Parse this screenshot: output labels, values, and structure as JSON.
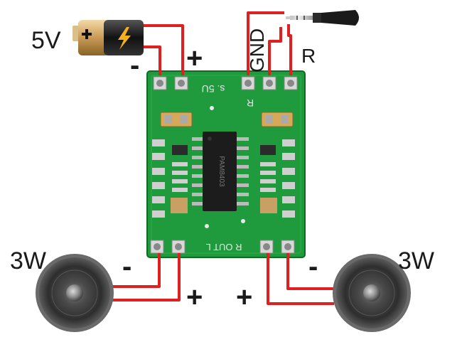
{
  "battery": {
    "voltage_label": "5V",
    "minus_label": "-",
    "plus_label": "+"
  },
  "audio_input": {
    "gnd_label": "GND",
    "right_label": "R"
  },
  "board": {
    "silk_power": "s. 5U",
    "silk_input": "R",
    "silk_output": "R  OUT  L",
    "chip_text": "PAM8403"
  },
  "speaker_left": {
    "power_label": "3W",
    "minus_label": "-",
    "plus_label": "+"
  },
  "speaker_right": {
    "power_label": "3W",
    "minus_label": "-",
    "plus_label": "+"
  },
  "colors": {
    "wire": "#e02020",
    "pcb": "#1f9a3c",
    "pcb_dark": "#157a2c",
    "pad": "#c9c9c9",
    "chip": "#1c1c1c",
    "speaker_cone": "#3a3a3a",
    "battery_gold": "#c9a063"
  }
}
